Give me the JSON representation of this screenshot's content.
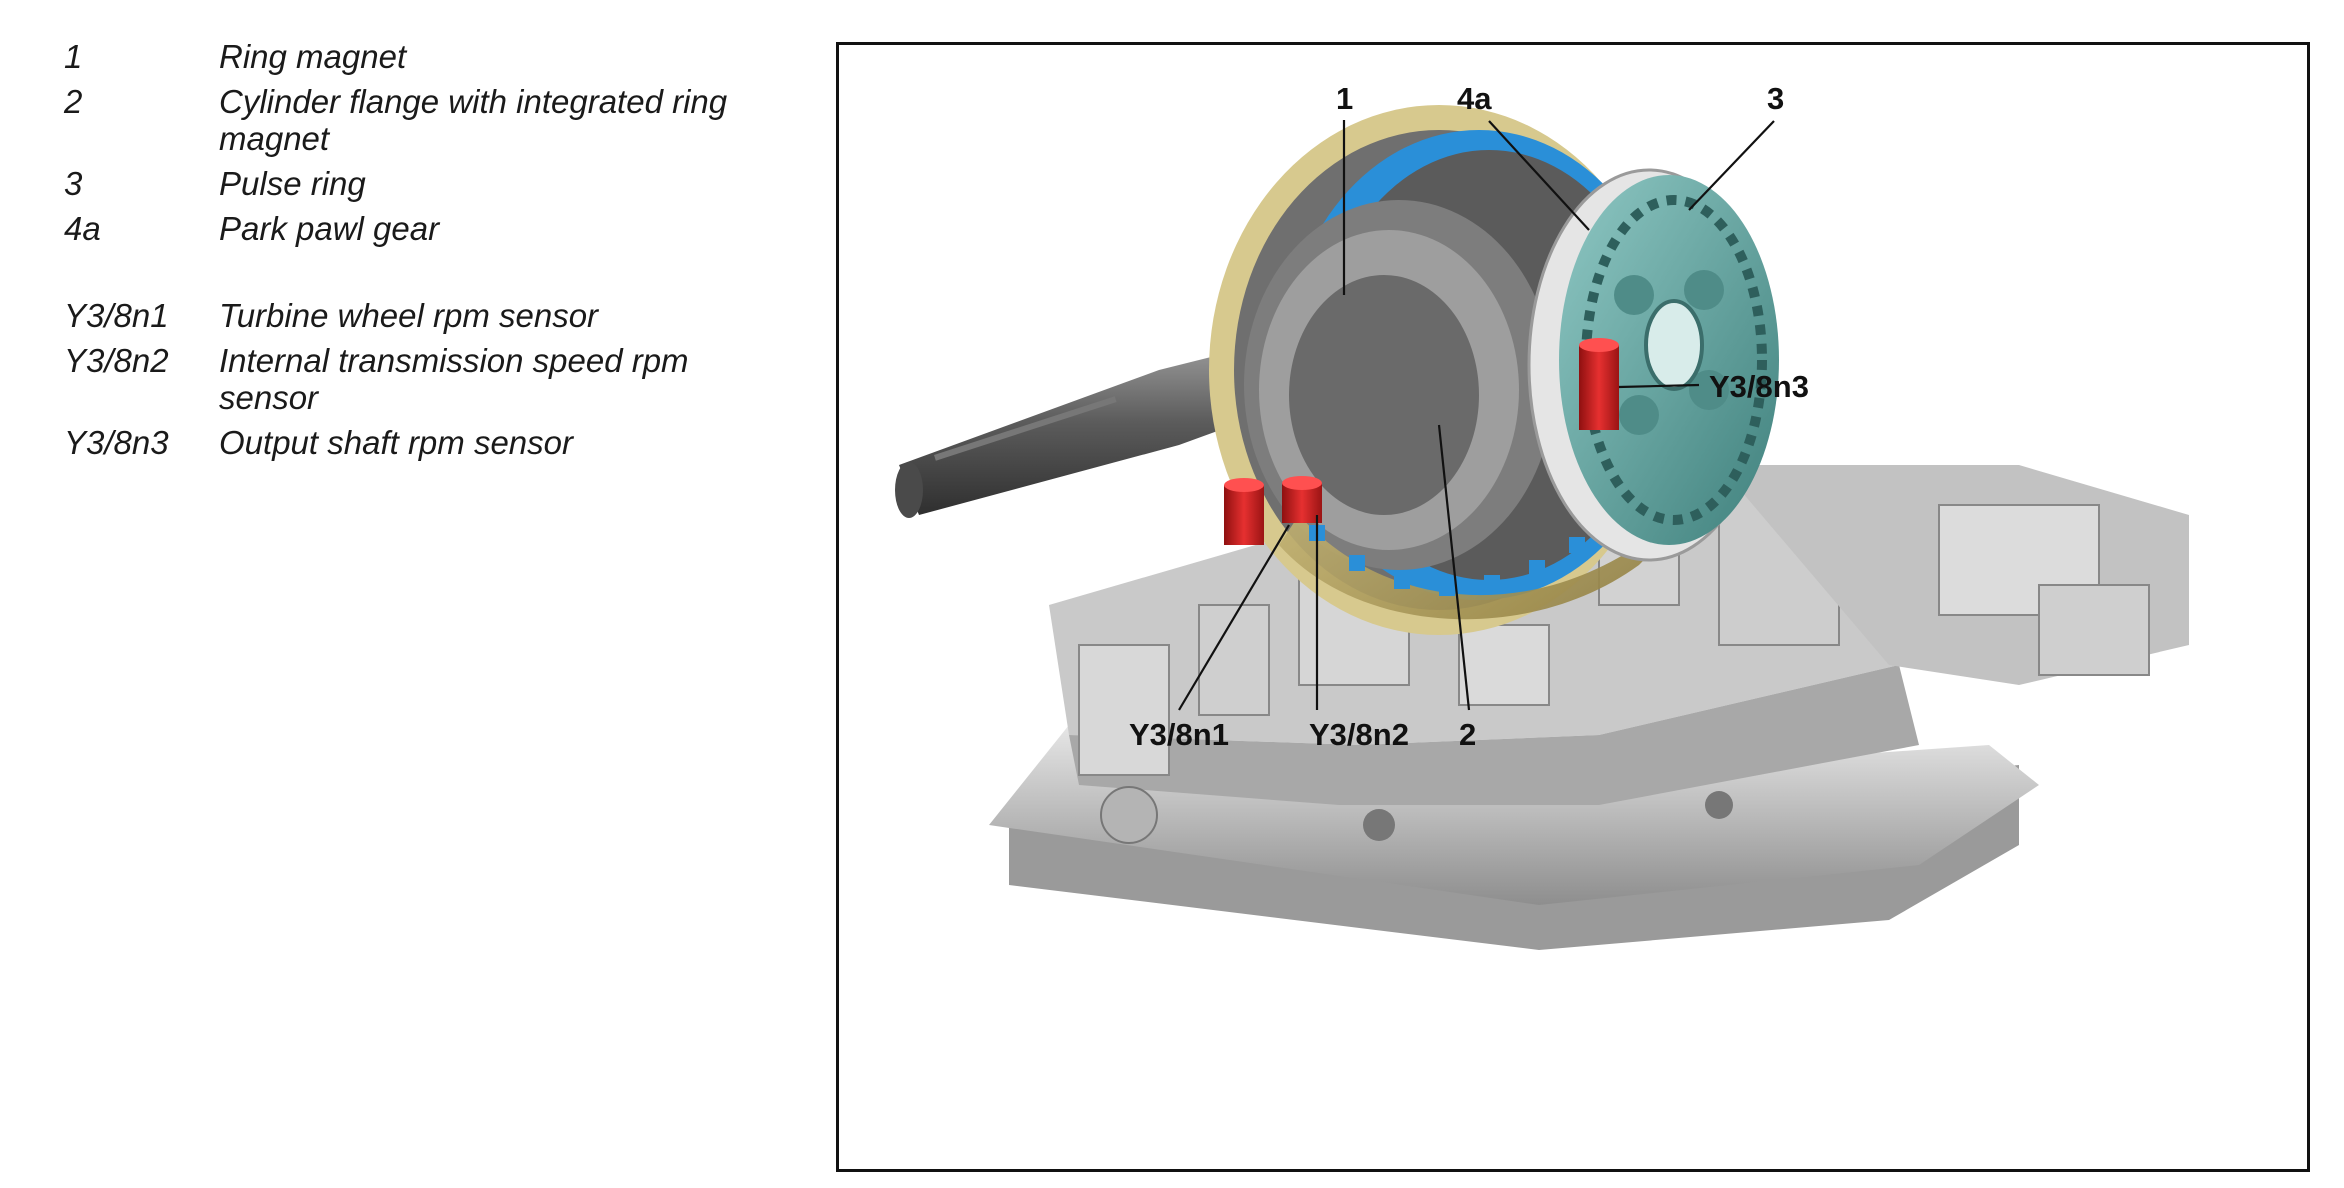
{
  "legend": {
    "items": [
      {
        "key": "1",
        "desc": "Ring magnet"
      },
      {
        "key": "2",
        "desc": "Cylinder flange with integrated ring magnet"
      },
      {
        "key": "3",
        "desc": "Pulse ring"
      },
      {
        "key": "4a",
        "desc": "Park pawl gear"
      }
    ],
    "sensors": [
      {
        "key": "Y3/8n1",
        "desc": "Turbine wheel rpm sensor"
      },
      {
        "key": "Y3/8n2",
        "desc": "Internal transmission speed rpm sensor"
      },
      {
        "key": "Y3/8n3",
        "desc": "Output shaft rpm sensor"
      }
    ]
  },
  "figure": {
    "callouts": {
      "c1": "1",
      "c4a": "4a",
      "c3": "3",
      "y3n3": "Y3/8n3",
      "y3n1": "Y3/8n1",
      "y3n2": "Y3/8n2",
      "c2": "2"
    },
    "colors": {
      "sensor_red": "#d42020",
      "ring_blue": "#2a8fd8",
      "flange_gold": "#b9a25a",
      "pulse_ring_teal": "#5fa3a0",
      "housing_grey": "#bdbdbd"
    }
  }
}
